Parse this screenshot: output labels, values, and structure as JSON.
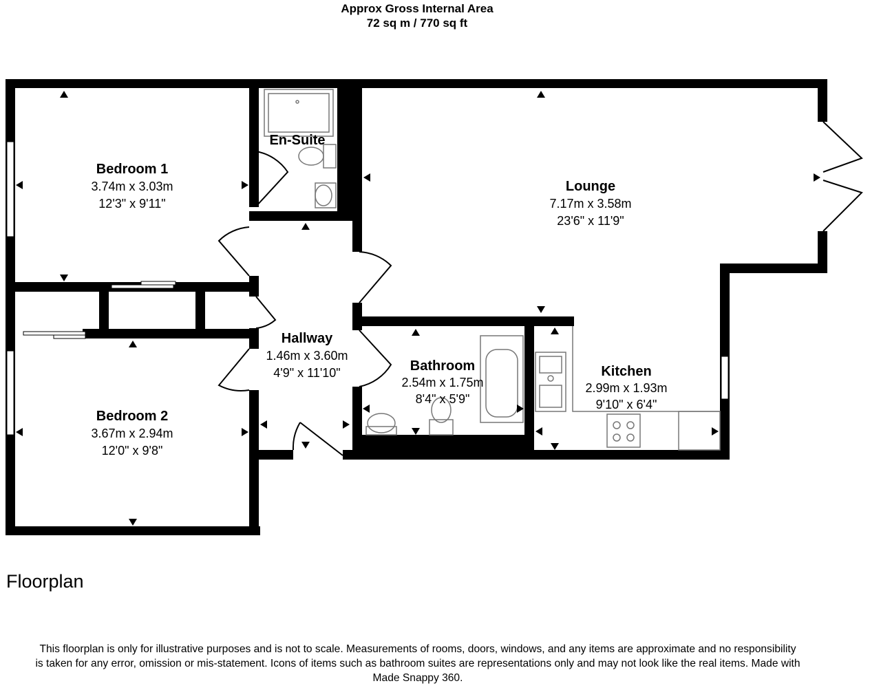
{
  "header": {
    "title": "Approx Gross Internal Area",
    "area": "72 sq m / 770 sq ft"
  },
  "rooms": {
    "bedroom1": {
      "name": "Bedroom 1",
      "metric": "3.74m x 3.03m",
      "imperial": "12'3\" x 9'11\""
    },
    "ensuite": {
      "name": "En-Suite"
    },
    "lounge": {
      "name": "Lounge",
      "metric": "7.17m x 3.58m",
      "imperial": "23'6\" x 11'9\""
    },
    "hallway": {
      "name": "Hallway",
      "metric": "1.46m x 3.60m",
      "imperial": "4'9\" x 11'10\""
    },
    "bathroom": {
      "name": "Bathroom",
      "metric": "2.54m x 1.75m",
      "imperial": "8'4\" x 5'9\""
    },
    "kitchen": {
      "name": "Kitchen",
      "metric": "2.99m x 1.93m",
      "imperial": "9'10\" x 6'4\""
    },
    "bedroom2": {
      "name": "Bedroom 2",
      "metric": "3.67m x 2.94m",
      "imperial": "12'0\" x 9'8\""
    }
  },
  "section_label": "Floorplan",
  "disclaimer": "This floorplan is only for illustrative purposes and is not to scale. Measurements of rooms, doors, windows, and any items are approximate and no responsibility is taken for any error, omission or mis-statement. Icons of items such as bathroom suites are representations only and may not look like the real items. Made with Made Snappy 360.",
  "colors": {
    "wall": "#000000",
    "background": "#ffffff",
    "fixture": "#777777"
  }
}
